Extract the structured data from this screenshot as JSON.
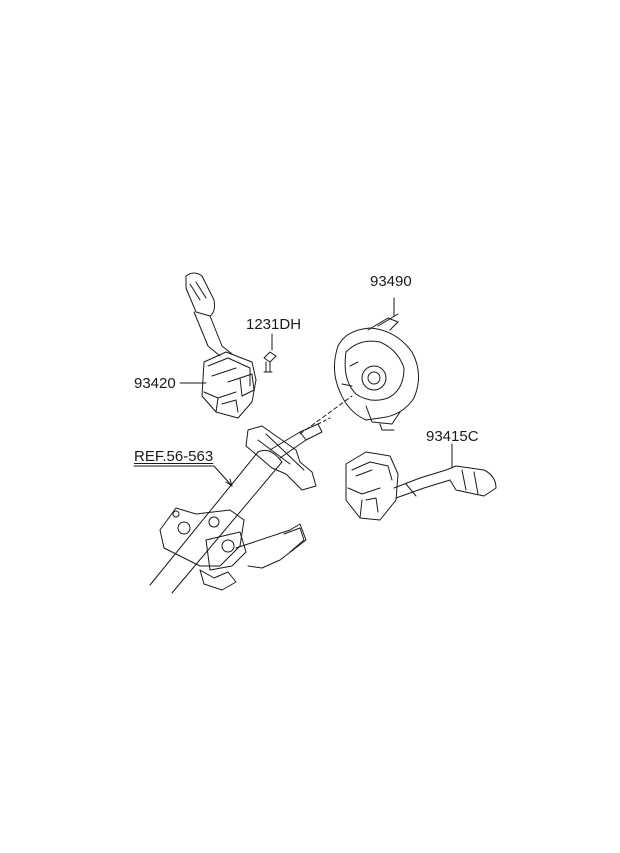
{
  "diagram": {
    "labels": {
      "wiper_switch": "93420",
      "screw": "1231DH",
      "clock_spring": "93490",
      "light_switch": "93415C",
      "steering_column_ref": "REF.56-563"
    },
    "line_color": "#1a1a1a",
    "background": "#ffffff"
  }
}
